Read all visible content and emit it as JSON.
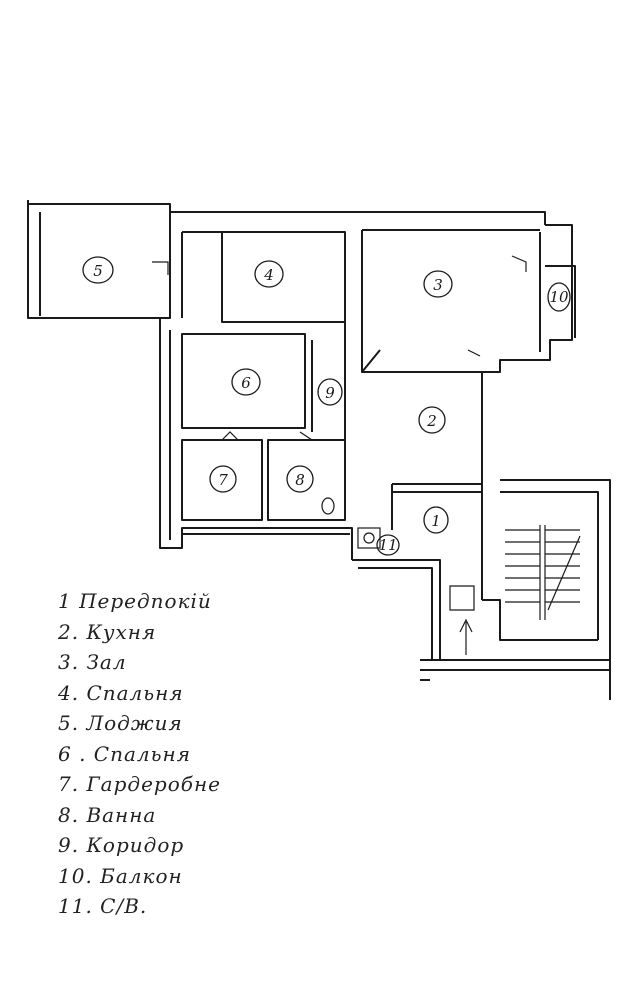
{
  "rooms": [
    {
      "number": "1",
      "name": "Передпокій"
    },
    {
      "number": "2",
      "name": "Кухня"
    },
    {
      "number": "3",
      "name": "Зал"
    },
    {
      "number": "4",
      "name": "Спальня"
    },
    {
      "number": "5",
      "name": "Лоджия"
    },
    {
      "number": "6",
      "name": "Спальня"
    },
    {
      "number": "7",
      "name": "Гардеробне"
    },
    {
      "number": "8",
      "name": "Ванна"
    },
    {
      "number": "9",
      "name": "Коридор"
    },
    {
      "number": "10",
      "name": "Балкон"
    },
    {
      "number": "11",
      "name": "С/В."
    }
  ],
  "legend": [
    "1 Передпокій",
    "2. Кухня",
    "3. Зал",
    "4. Спальня",
    "5. Лоджия",
    "6 . Спальня",
    "7. Гардеробне",
    "8. Ванна",
    "9. Коридор",
    "10. Балкон",
    "11. С/В."
  ]
}
